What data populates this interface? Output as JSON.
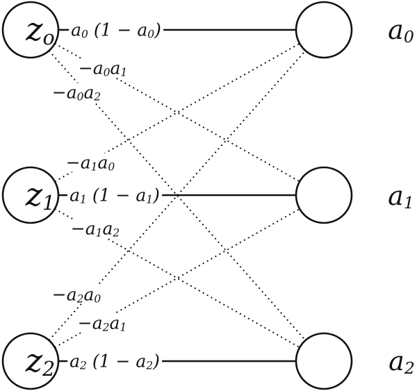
{
  "diagram_type": "bipartite-graph",
  "colors": {
    "ink": "#111111",
    "background": "#ffffff"
  },
  "nodes": {
    "left": [
      {
        "base": "z",
        "sub": "o"
      },
      {
        "base": "z",
        "sub": "1"
      },
      {
        "base": "z",
        "sub": "2"
      }
    ],
    "right": [
      {
        "base": "a",
        "sub": "0"
      },
      {
        "base": "a",
        "sub": "1"
      },
      {
        "base": "a",
        "sub": "2"
      }
    ]
  },
  "edges": [
    {
      "from": "z_o",
      "to": "a_0",
      "style": "solid",
      "p0": "a",
      "s0": "0",
      "p1": " (1 − a",
      "s1": "0",
      "p2": ")"
    },
    {
      "from": "z_o",
      "to": "a_1",
      "style": "dotted",
      "p0": "−a",
      "s0": "0",
      "p1": "a",
      "s1": "1"
    },
    {
      "from": "z_o",
      "to": "a_2",
      "style": "dotted",
      "p0": "−a",
      "s0": "0",
      "p1": "a",
      "s1": "2"
    },
    {
      "from": "z_1",
      "to": "a_0",
      "style": "dotted",
      "p0": "−a",
      "s0": "1",
      "p1": "a",
      "s1": "0"
    },
    {
      "from": "z_1",
      "to": "a_1",
      "style": "solid",
      "p0": "a",
      "s0": "1",
      "p1": " (1 − a",
      "s1": "1",
      "p2": ")"
    },
    {
      "from": "z_1",
      "to": "a_2",
      "style": "dotted",
      "p0": "−a",
      "s0": "1",
      "p1": "a",
      "s1": "2"
    },
    {
      "from": "z_2",
      "to": "a_0",
      "style": "dotted",
      "p0": "−a",
      "s0": "2",
      "p1": "a",
      "s1": "0"
    },
    {
      "from": "z_2",
      "to": "a_1",
      "style": "dotted",
      "p0": "−a",
      "s0": "2",
      "p1": "a",
      "s1": "1"
    },
    {
      "from": "z_2",
      "to": "a_2",
      "style": "solid",
      "p0": "a",
      "s0": "2",
      "p1": " (1 − a",
      "s1": "2",
      "p2": ")"
    }
  ]
}
